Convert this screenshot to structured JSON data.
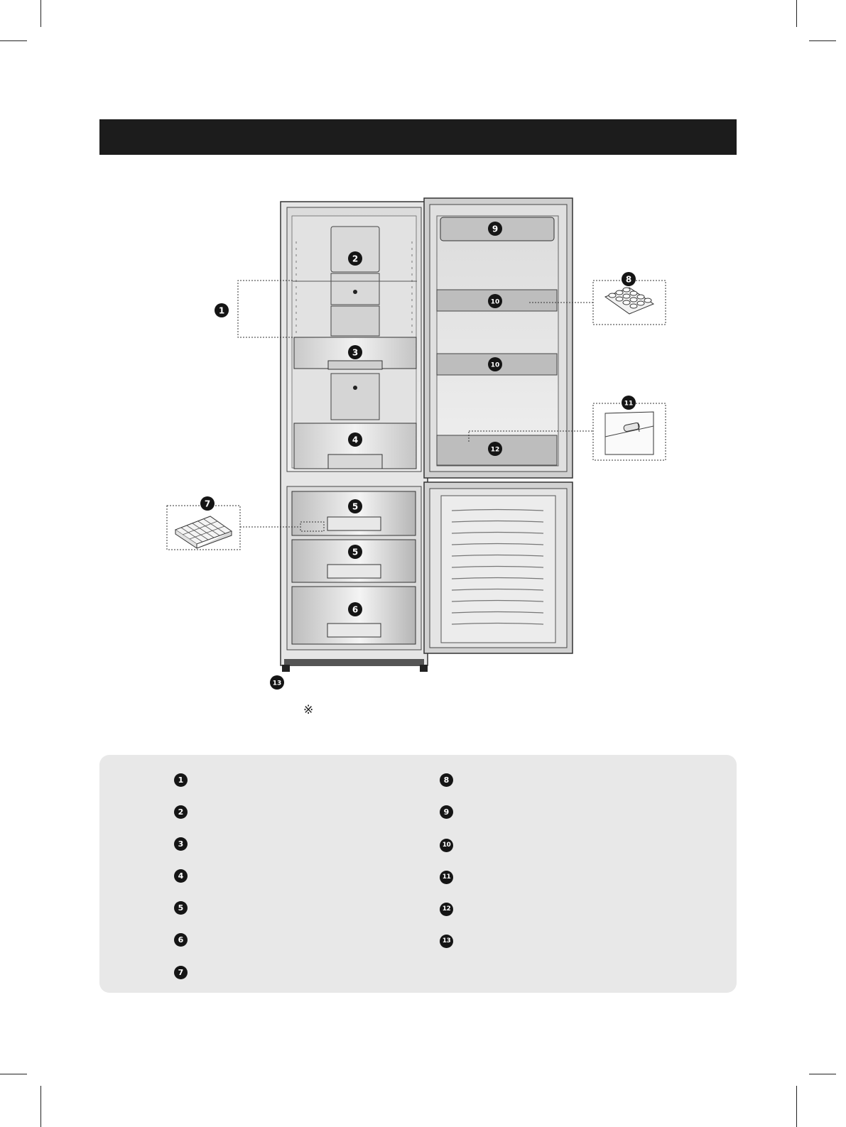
{
  "header": {
    "title": ""
  },
  "callouts": [
    {
      "id": "c1",
      "label": "1"
    },
    {
      "id": "c2",
      "label": "2"
    },
    {
      "id": "c3",
      "label": "3"
    },
    {
      "id": "c4",
      "label": "4"
    },
    {
      "id": "c5a",
      "label": "5"
    },
    {
      "id": "c5b",
      "label": "5"
    },
    {
      "id": "c6",
      "label": "6"
    },
    {
      "id": "c7",
      "label": "7"
    },
    {
      "id": "c8",
      "label": "8"
    },
    {
      "id": "c9",
      "label": "9"
    },
    {
      "id": "c10a",
      "label": "10"
    },
    {
      "id": "c10b",
      "label": "10"
    },
    {
      "id": "c11",
      "label": "11"
    },
    {
      "id": "c12",
      "label": "12"
    },
    {
      "id": "c13",
      "label": "13"
    }
  ],
  "note": {
    "symbol": "※"
  },
  "legend": {
    "left": [
      "1",
      "2",
      "3",
      "4",
      "5",
      "6",
      "7"
    ],
    "right": [
      "8",
      "9",
      "10",
      "11",
      "12",
      "13"
    ]
  },
  "colors": {
    "header": "#1c1c1c",
    "badge": "#151515",
    "legend_bg": "#e8e8e8",
    "outline": "#333333",
    "panel_fill": "#d6d6d6"
  }
}
